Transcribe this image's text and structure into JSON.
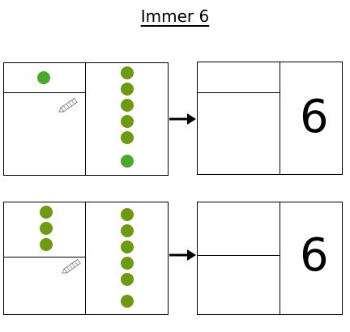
{
  "worksheet": {
    "title": "Immer 6",
    "colors": {
      "dot_olive": "#6e9a12",
      "dot_bright": "#4aa82a",
      "line": "#000000"
    },
    "tasks": [
      {
        "left_top_dots": 1,
        "left_bottom_dots": 0,
        "right_dots": 5,
        "right_extra_dot": 1,
        "result_label": "6",
        "arrow_icon": "arrow-right-icon",
        "pencil_icon": "pencil-icon"
      },
      {
        "left_top_dots": 3,
        "left_bottom_dots": 0,
        "right_dots": 6,
        "result_label": "6",
        "arrow_icon": "arrow-right-icon",
        "pencil_icon": "pencil-icon"
      }
    ]
  }
}
